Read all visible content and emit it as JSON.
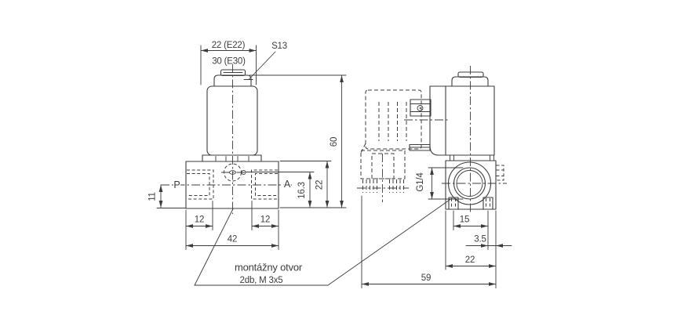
{
  "labels": {
    "front": {
      "width_primary": "22 (E22)",
      "width_secondary": "30 (E30)",
      "hex": "S13",
      "port_left": "P",
      "port_right": "A",
      "port_axis_height": "11",
      "port_offset_left": "12",
      "port_offset_right": "12",
      "body_width": "42",
      "hole_height": "16.3",
      "body_height": "22",
      "total_height": "60"
    },
    "side": {
      "thread": "G1/4",
      "hole_spacing": "15",
      "edge_offset": "3.5",
      "body_depth": "22",
      "total_depth": "59"
    },
    "note": {
      "line1": "montážny otvor",
      "line2": "2db, M 3x5"
    }
  },
  "colors": {
    "line": "#3c3c3c",
    "background": "#ffffff"
  }
}
